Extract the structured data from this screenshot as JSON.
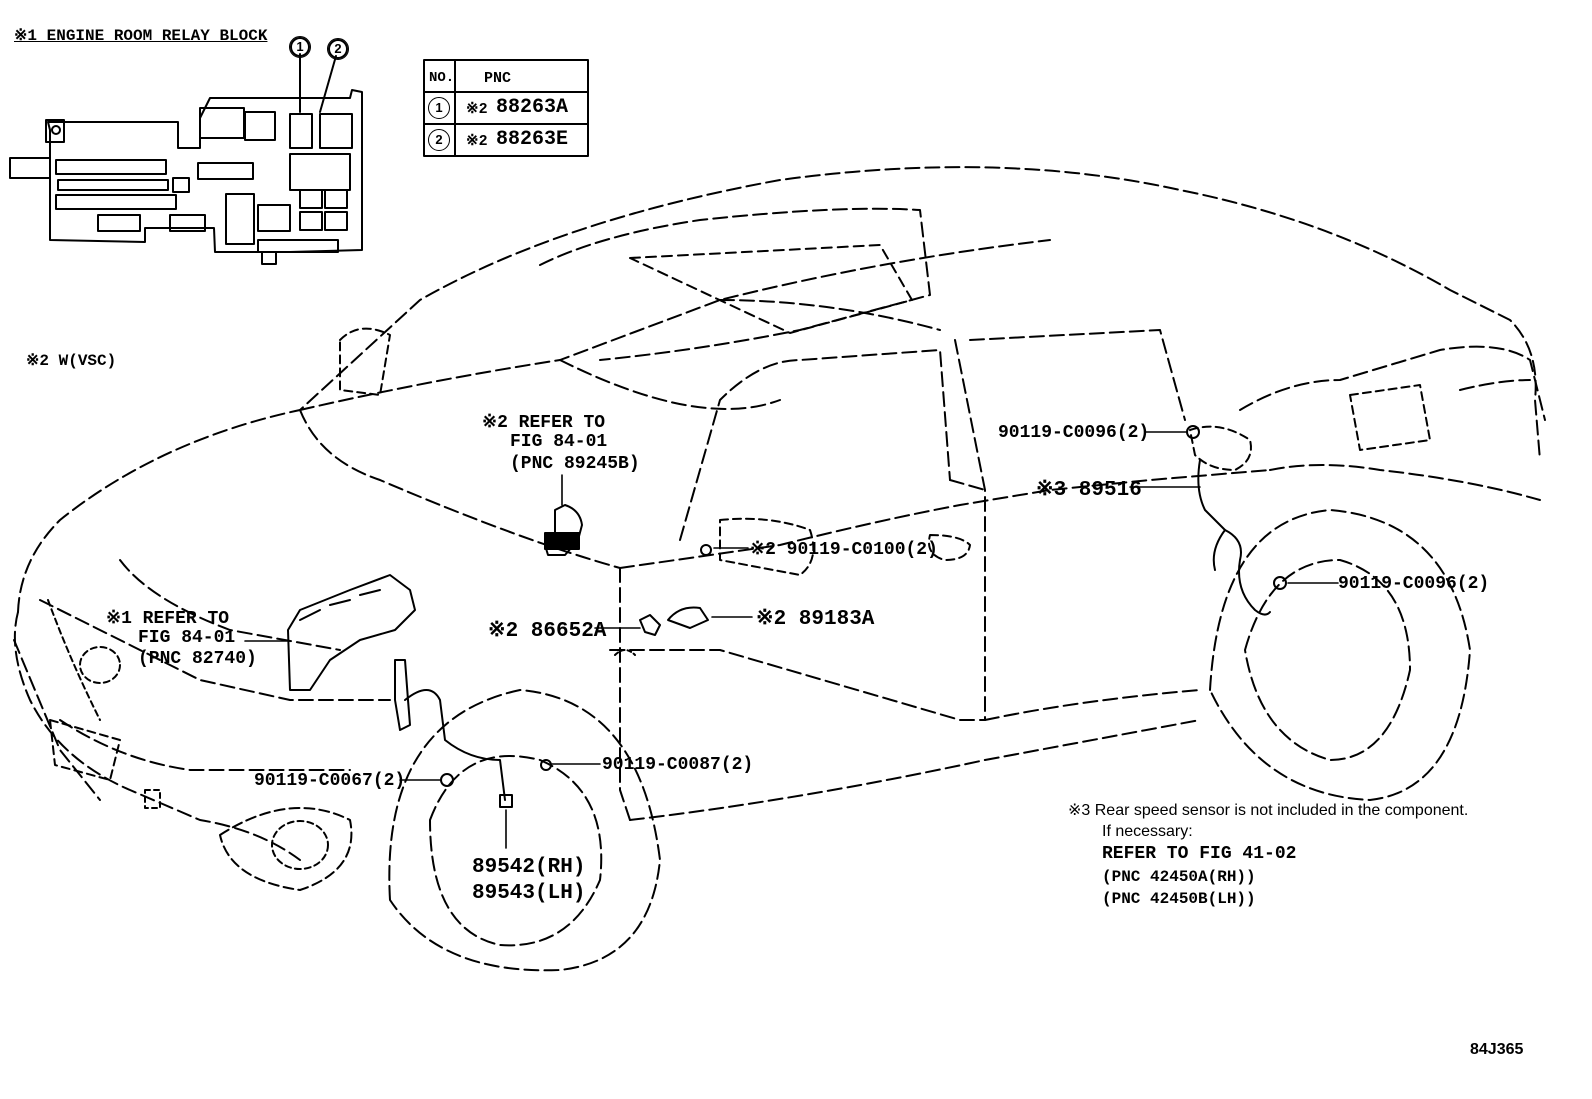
{
  "relay_block": {
    "title": "※1 ENGINE ROOM RELAY BLOCK",
    "callouts": [
      "1",
      "2"
    ]
  },
  "pnc_table": {
    "header_no": "NO.",
    "header_pnc": "PNC",
    "rows": [
      {
        "no": "1",
        "prefix": "※2",
        "pnc": "88263A"
      },
      {
        "no": "2",
        "prefix": "※2",
        "pnc": "88263E"
      }
    ]
  },
  "note_w_vsc": "※2 W(VSC)",
  "labels": {
    "refer_84_01_top": [
      "※2 REFER TO",
      "FIG 84-01",
      "(PNC 89245B)"
    ],
    "bolt_rear_upper": "90119-C0096(2)",
    "rear_sensor": "※3 89516",
    "bolt_center": "※2 90119-C0100(2)",
    "bolt_rear_lower": "90119-C0096(2)",
    "refer_84_01_left": [
      "※1 REFER TO",
      "FIG 84-01",
      "(PNC 82740)"
    ],
    "bracket_866": "※2 86652A",
    "sensor_891": "※2 89183A",
    "bolt_front_left": "90119-C0067(2)",
    "bolt_front_right": "90119-C0087(2)",
    "front_sensor": [
      "89542(RH)",
      "89543(LH)"
    ]
  },
  "footnote": {
    "line1": "※3 Rear speed sensor is not included in the component.",
    "line2": "If necessary:",
    "line3": "REFER TO FIG 41-02",
    "line4": "(PNC 42450A(RH))",
    "line5": "(PNC 42450B(LH))"
  },
  "figure_code": "84J365"
}
